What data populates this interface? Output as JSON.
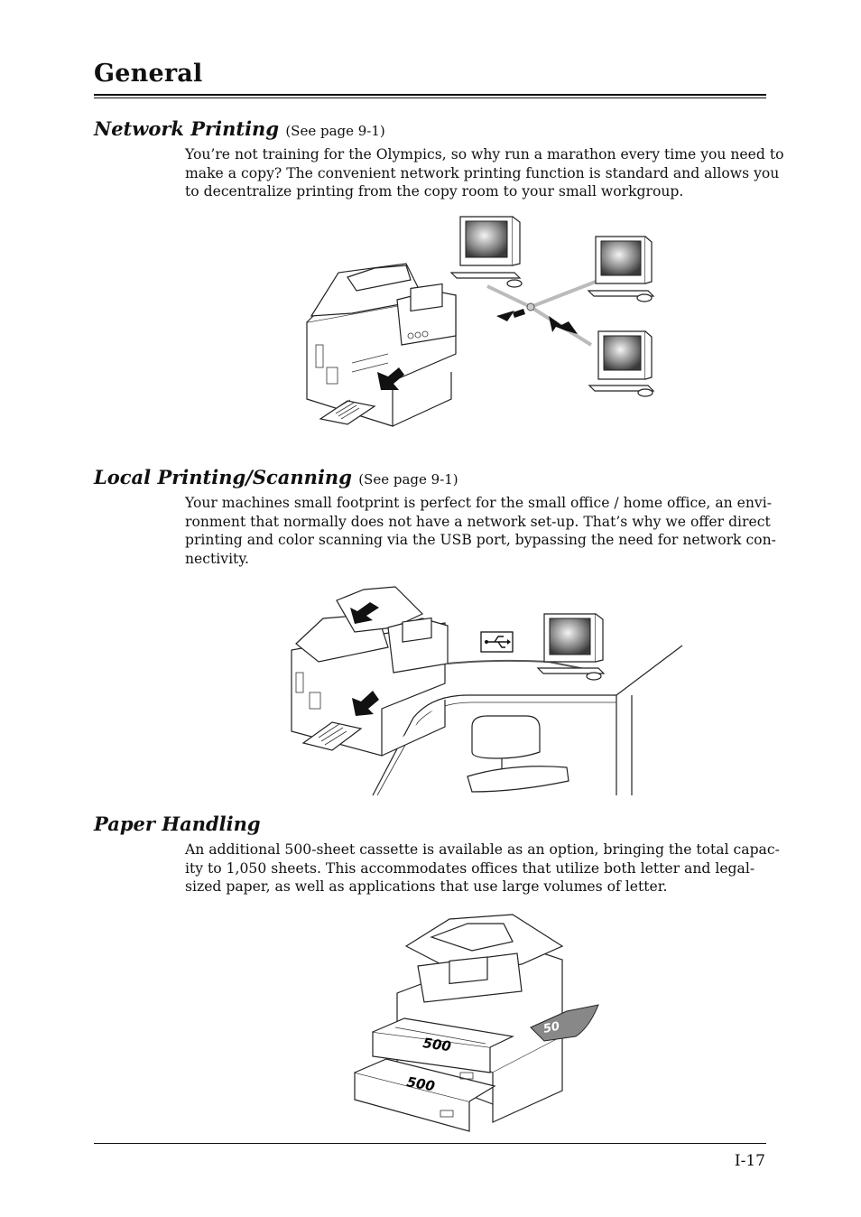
{
  "page": {
    "title": "General",
    "number": "I-17"
  },
  "sections": [
    {
      "heading": "Network Printing",
      "ref": "(See page 9-1)",
      "lines": [
        "You’re not training for the Olympics, so why run a marathon every time you need to",
        "make a copy? The convenient network printing function is standard and allows you",
        "to decentralize printing from the copy room to your small workgroup."
      ]
    },
    {
      "heading": "Local Printing/Scanning",
      "ref": "(See page 9-1)",
      "lines": [
        "Your machines small footprint is perfect for the small office / home office, an envi-",
        "ronment that normally does not have a network set-up. That’s why we offer direct",
        "printing and color scanning via the USB port, bypassing the need for network con-",
        "nectivity."
      ]
    },
    {
      "heading": "Paper Handling",
      "ref": "",
      "lines": [
        "An additional 500-sheet cassette is available as an option, bringing the total capac-",
        "ity to 1,050 sheets. This accommodates offices that utilize both letter and legal-",
        "sized paper, as well as applications that use large volumes of letter."
      ]
    }
  ],
  "illustrations": {
    "paper_handling": {
      "upper_cassette_label": "500",
      "lower_cassette_label": "500",
      "bypass_label": "50"
    }
  }
}
